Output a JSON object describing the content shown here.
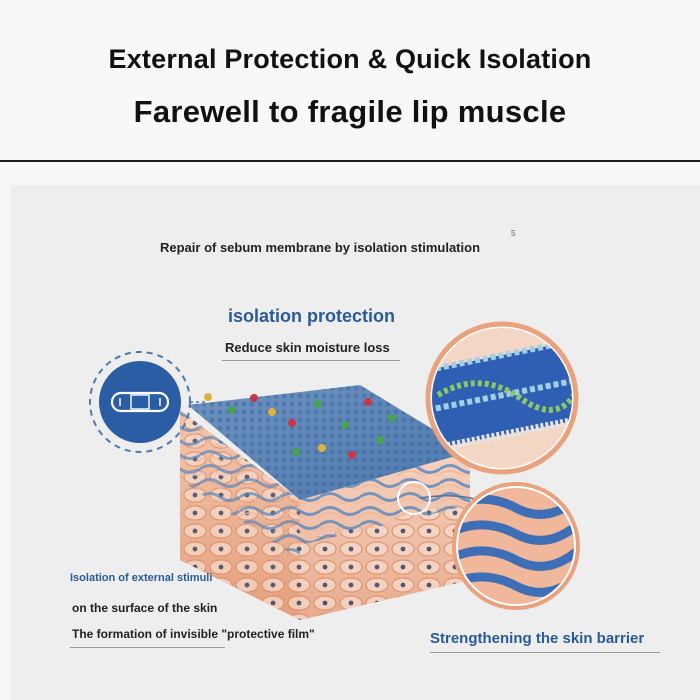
{
  "header": {
    "title_line1": "External Protection & Quick Isolation",
    "title_line2": "Farewell to fragile lip muscle"
  },
  "diagram": {
    "subtitle": "Repair of sebum membrane by isolation stimulation",
    "corner_mark": "5",
    "isolation_title": "isolation protection",
    "isolation_subtitle": "Reduce skin moisture loss",
    "stimuli_title": "Isolation of external stimuli",
    "stimuli_line1": "on the surface of the skin",
    "stimuli_line2": "The formation of invisible \"protective film\"",
    "barrier_label": "Strengthening the skin barrier"
  },
  "colors": {
    "accent_blue": "#2b5a9a",
    "skin": "#e8a27e",
    "membrane": "#4d79ad"
  },
  "icons": [
    "bandage-icon",
    "skin-cross-section",
    "membrane-detail",
    "barrier-detail"
  ]
}
